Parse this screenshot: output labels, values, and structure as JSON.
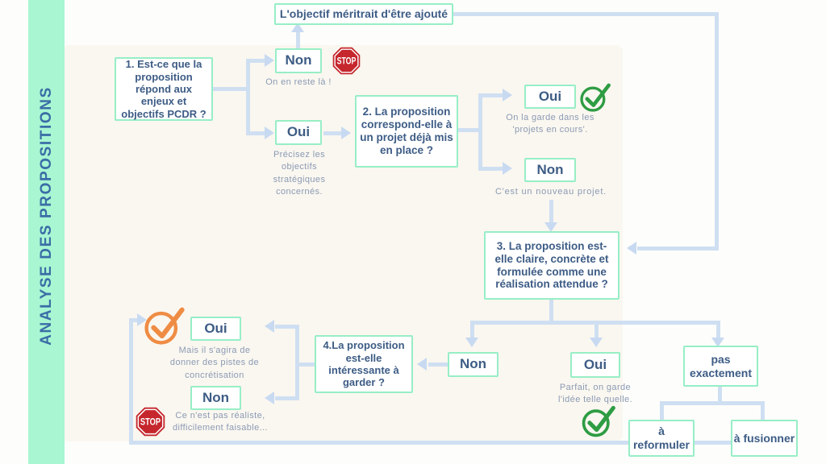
{
  "sidebar": {
    "title": "ANALYSE DES PROPOSITIONS"
  },
  "flow": {
    "objective": {
      "label": "L'objectif méritrait d'être ajouté"
    },
    "q1": {
      "label": "1. Est-ce que la proposition répond aux enjeux et objectifs PCDR ?"
    },
    "q1_non": {
      "label": "Non",
      "caption": "On en reste là !"
    },
    "q1_oui": {
      "label": "Oui",
      "caption": "Précisez les objectifs stratégiques concernés."
    },
    "q2": {
      "label": "2. La proposition correspond-elle à un projet déjà mis en place ?"
    },
    "q2_oui": {
      "label": "Oui",
      "caption": "On la garde dans les 'projets en cours'."
    },
    "q2_non": {
      "label": "Non",
      "caption": "C'est un nouveau projet."
    },
    "q3": {
      "label": "3. La proposition est-elle claire, concrète et formulée comme une réalisation attendue ?"
    },
    "q3_non": {
      "label": "Non"
    },
    "q3_oui": {
      "label": "Oui",
      "caption": "Parfait, on garde l'idée telle quelle."
    },
    "q3_pas": {
      "label": "pas exactement"
    },
    "q4": {
      "label": "4.La proposition est-elle intéressante à garder ?"
    },
    "q4_oui": {
      "label": "Oui",
      "caption": "Mais il s'agira de donner des pistes de concrétisation"
    },
    "q4_non": {
      "label": "Non",
      "caption": "Ce n'est pas réaliste, difficilement faisable..."
    },
    "reformulate": {
      "label": "à reformuler"
    },
    "merge": {
      "label": "à fusionner"
    }
  },
  "icons": {
    "stop_label": "STOP"
  },
  "colors": {
    "mint_border": "#97eec6",
    "sidebar_bg": "#a8f6d2",
    "box_text_blue": "#3d5c85",
    "caption_gray": "#8b9ab4",
    "connector_blue": "#cfdff2",
    "stop_red": "#c5272d",
    "check_green": "#2e9c43",
    "check_orange": "#ef8c44"
  }
}
